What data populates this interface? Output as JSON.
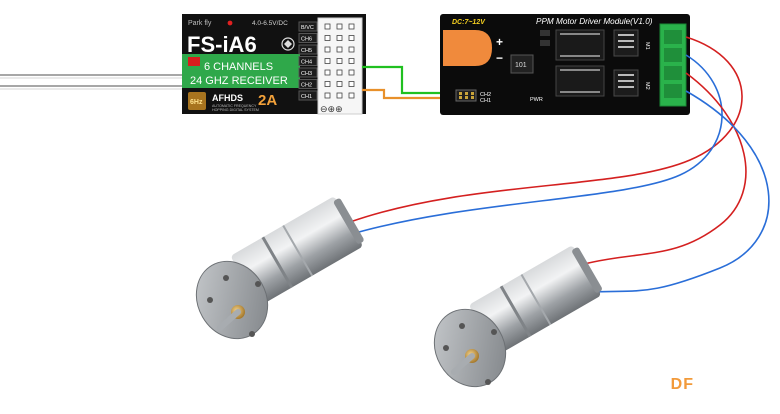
{
  "receiver": {
    "brand": "Park fly",
    "voltage": "4.0-6.5V/DC",
    "model": "FS-iA6",
    "channels_line1": "6 CHANNELS",
    "channels_line2": "24 GHZ RECEIVER",
    "afhds": "AFHDS",
    "afhds_ver": "2A",
    "tagline1": "AUTOMATIC FREQUENCY",
    "tagline2": "HOPPING DIGITAL SYSTEM",
    "ports": [
      "B/VC",
      "CH6",
      "CH5",
      "CH4",
      "CH3",
      "CH2",
      "CH1"
    ],
    "symbols": "⊖⊕⊕"
  },
  "driver": {
    "dc_label": "DC:7~12V",
    "title": "PPM Motor Driver Module(V1.0)",
    "pin_ch2": "CH2",
    "pin_ch1": "CH1",
    "pwr": "PWR",
    "m1": "M1",
    "m2": "M2",
    "chip": "101",
    "plus": "+",
    "minus": "−"
  },
  "watermark": "DF",
  "colors": {
    "receiver_body": "#111111",
    "receiver_green": "#2fa84a",
    "driver_body": "#0b0b0b",
    "power_jack": "#f08a3c",
    "terminal": "#2ab24b",
    "wire_green": "#20c020",
    "wire_orange": "#e8902a",
    "wire_red": "#d42020",
    "wire_blue": "#2a6ed8",
    "motor_metal": "#b8bcc0"
  }
}
